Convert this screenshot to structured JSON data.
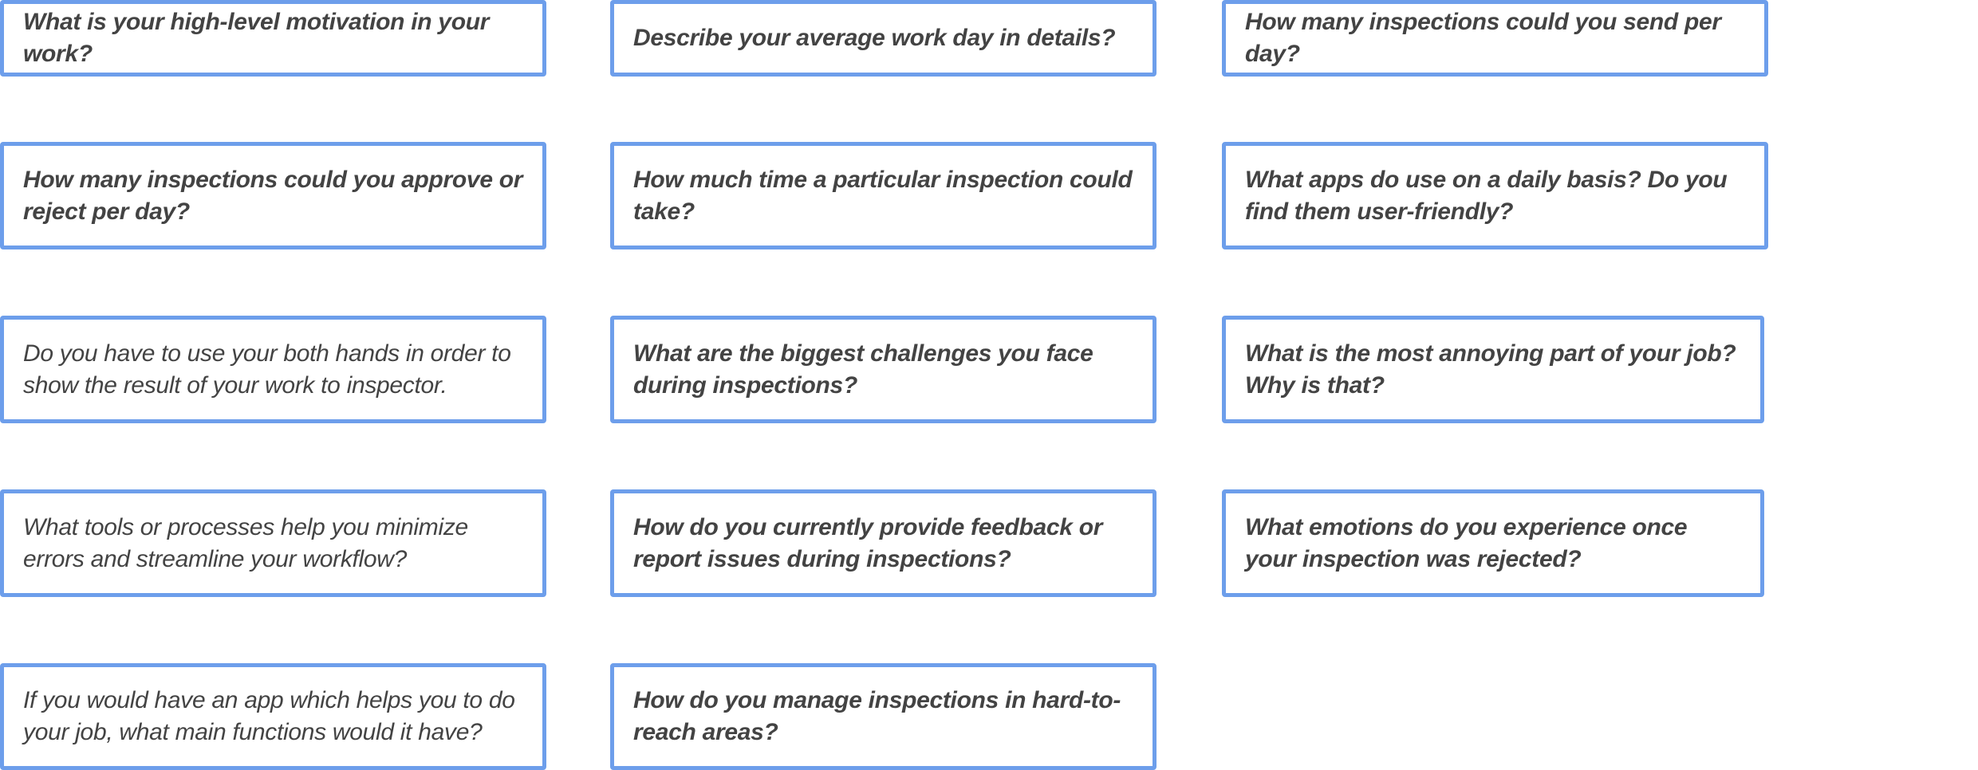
{
  "cards": [
    {
      "text": "What is your high-level motivation in your work?"
    },
    {
      "text": "Describe your average work day in details?"
    },
    {
      "text": "How many inspections could you send per day?"
    },
    {
      "text": "How many inspections could you approve or reject per day?"
    },
    {
      "text": "How much time a particular inspection could take?"
    },
    {
      "text": "What apps do use on a daily basis? Do you find them user-friendly?"
    },
    {
      "text": "Do you have to use your both hands in order to show the result of your work to inspector."
    },
    {
      "text": "What are the biggest challenges you face during inspections?"
    },
    {
      "text": "What is the most annoying part of your job?\nWhy is that?"
    },
    {
      "text": "What tools or processes help you minimize errors and streamline your workflow?"
    },
    {
      "text": "How do you currently provide feedback or report issues during inspections?"
    },
    {
      "text": "What emotions do you experience once your inspection was rejected?"
    },
    {
      "text": "If you would have an app which helps you to do your job, what main functions would it have?"
    },
    {
      "text": "How do you manage inspections in hard-to-reach areas?"
    }
  ]
}
